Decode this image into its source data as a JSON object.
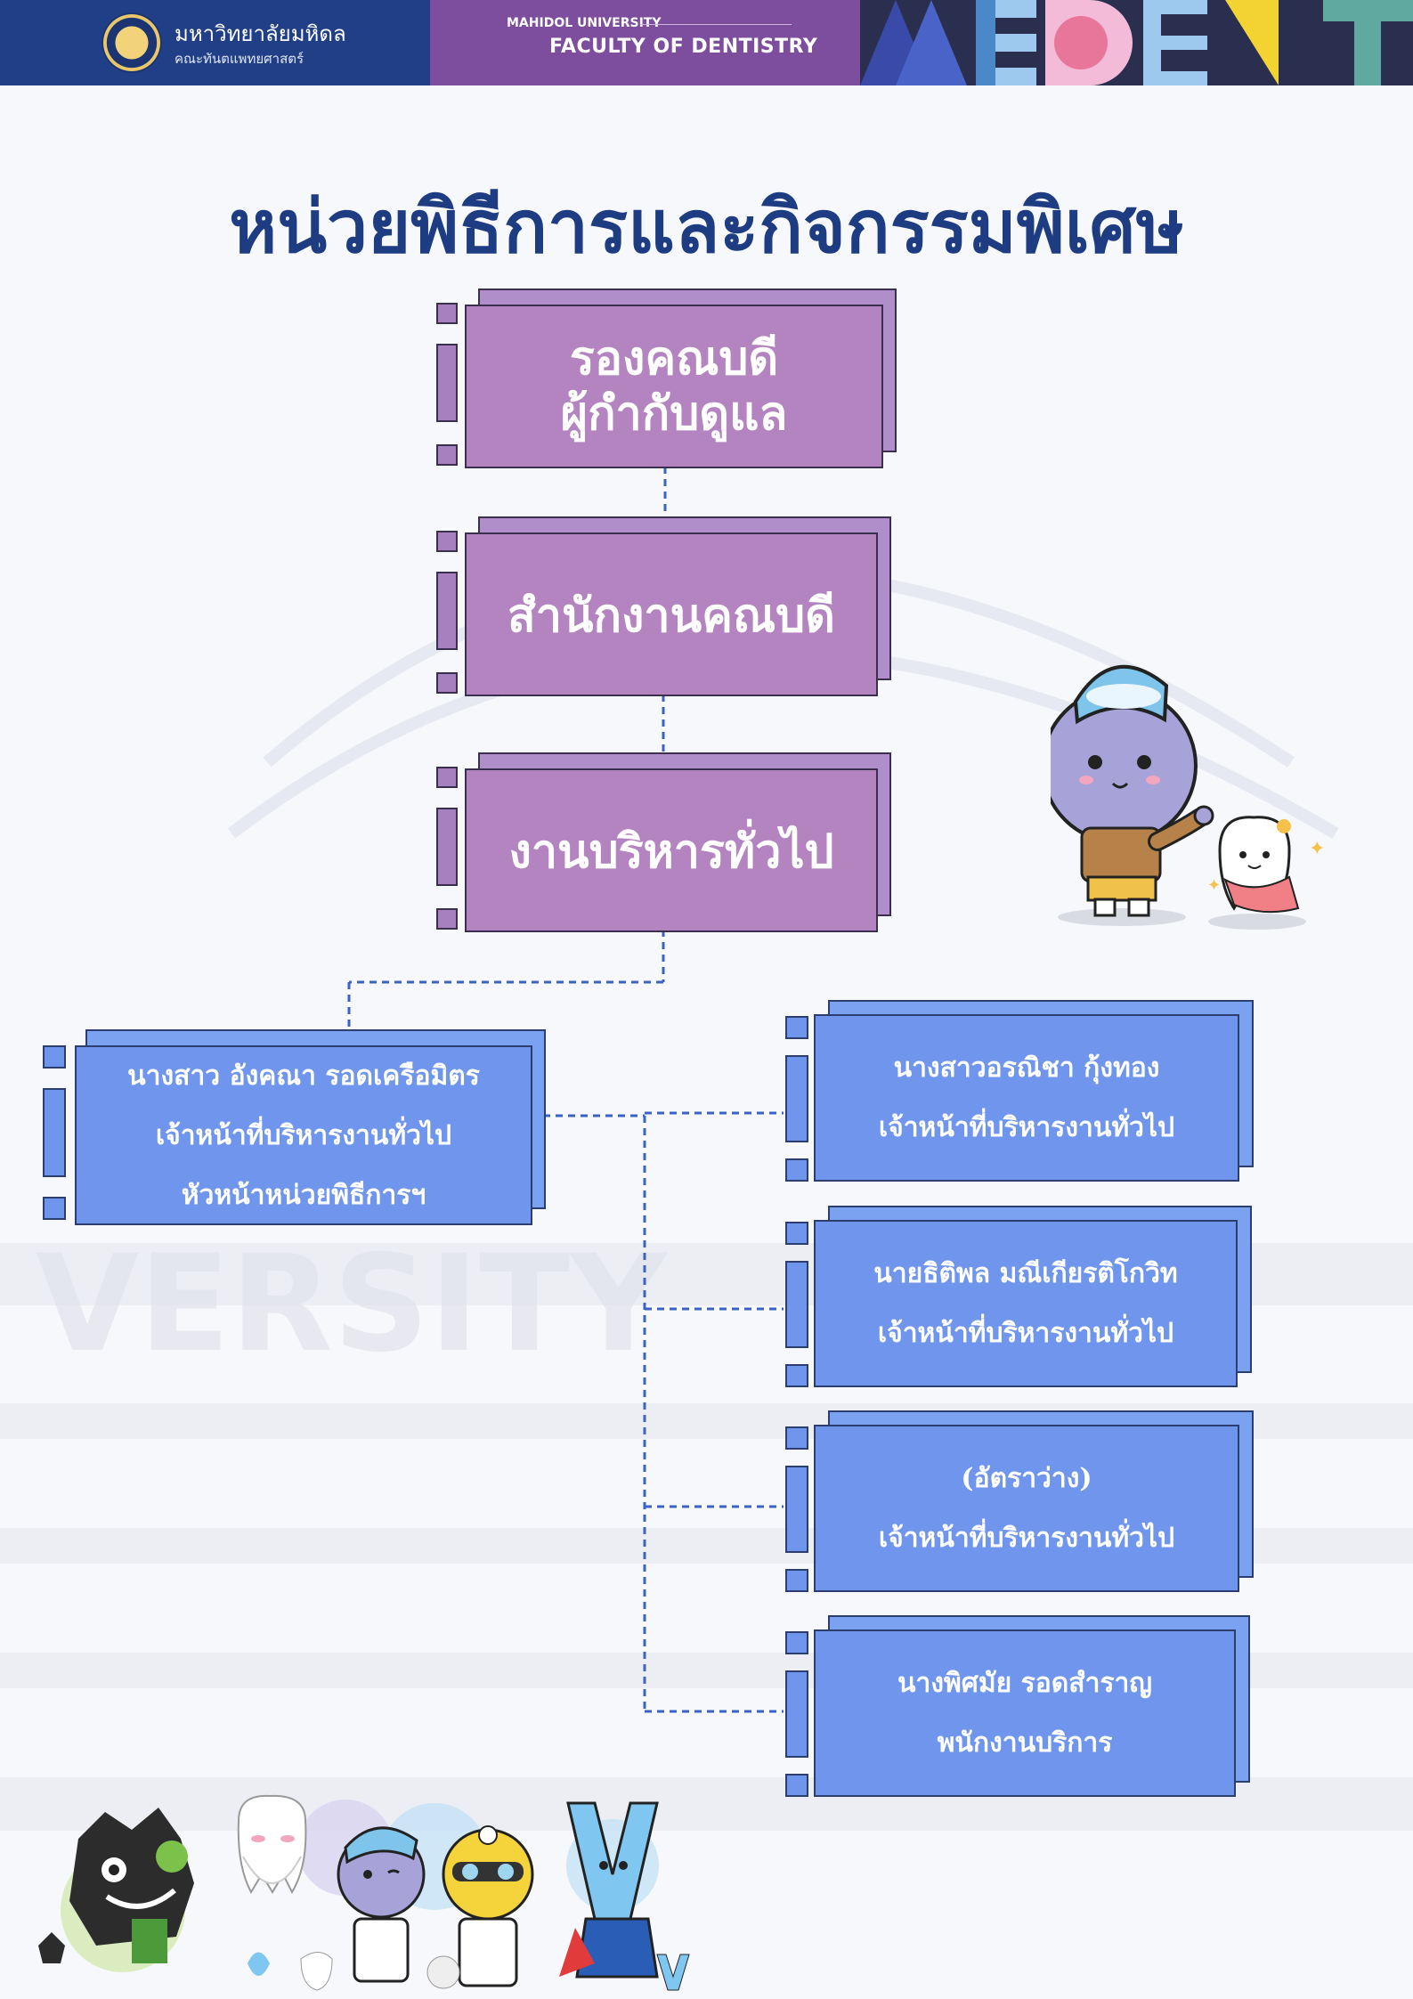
{
  "header": {
    "university_th": "มหาวิทยาลัยมหิดล",
    "faculty_th": "คณะทันตแพทยศาสตร์",
    "university_en": "MAHIDOL UNIVERSITY",
    "faculty_en": "FACULTY OF DENTISTRY",
    "brand_letters": "MEDENT"
  },
  "title": "หน่วยพิธีการและกิจกรรมพิเศษ",
  "hierarchy": {
    "level1": [
      "รองคณบดี",
      "ผู้กำกับดูแล"
    ],
    "level2": "สำนักงานคณบดี",
    "level3": "งานบริหารทั่วไป"
  },
  "head": {
    "name": "นางสาว อังคณา รอดเครือมิตร",
    "position": "เจ้าหน้าที่บริหารงานทั่วไป",
    "role": "หัวหน้าหน่วยพิธีการฯ"
  },
  "staff": [
    {
      "name": "นางสาวอรณิชา กุ้งทอง",
      "position": "เจ้าหน้าที่บริหารงานทั่วไป"
    },
    {
      "name": "นายธิติพล มณีเกียรติโกวิท",
      "position": "เจ้าหน้าที่บริหารงานทั่วไป"
    },
    {
      "name": "(อัตราว่าง)",
      "position": "เจ้าหน้าที่บริหารงานทั่วไป"
    },
    {
      "name": "นางพิศมัย รอดสำราญ",
      "position": "พนักงานบริการ"
    }
  ],
  "colors": {
    "header_left": "#213f86",
    "header_mid": "#7d4d9e",
    "title": "#1e3c82",
    "purple_box": "#b384bf",
    "blue_box": "#6f96ec",
    "connector": "#3b63c4"
  },
  "icons": [
    "university-seal-icon",
    "tooth-mascot-icon",
    "character-mascot-icon"
  ]
}
